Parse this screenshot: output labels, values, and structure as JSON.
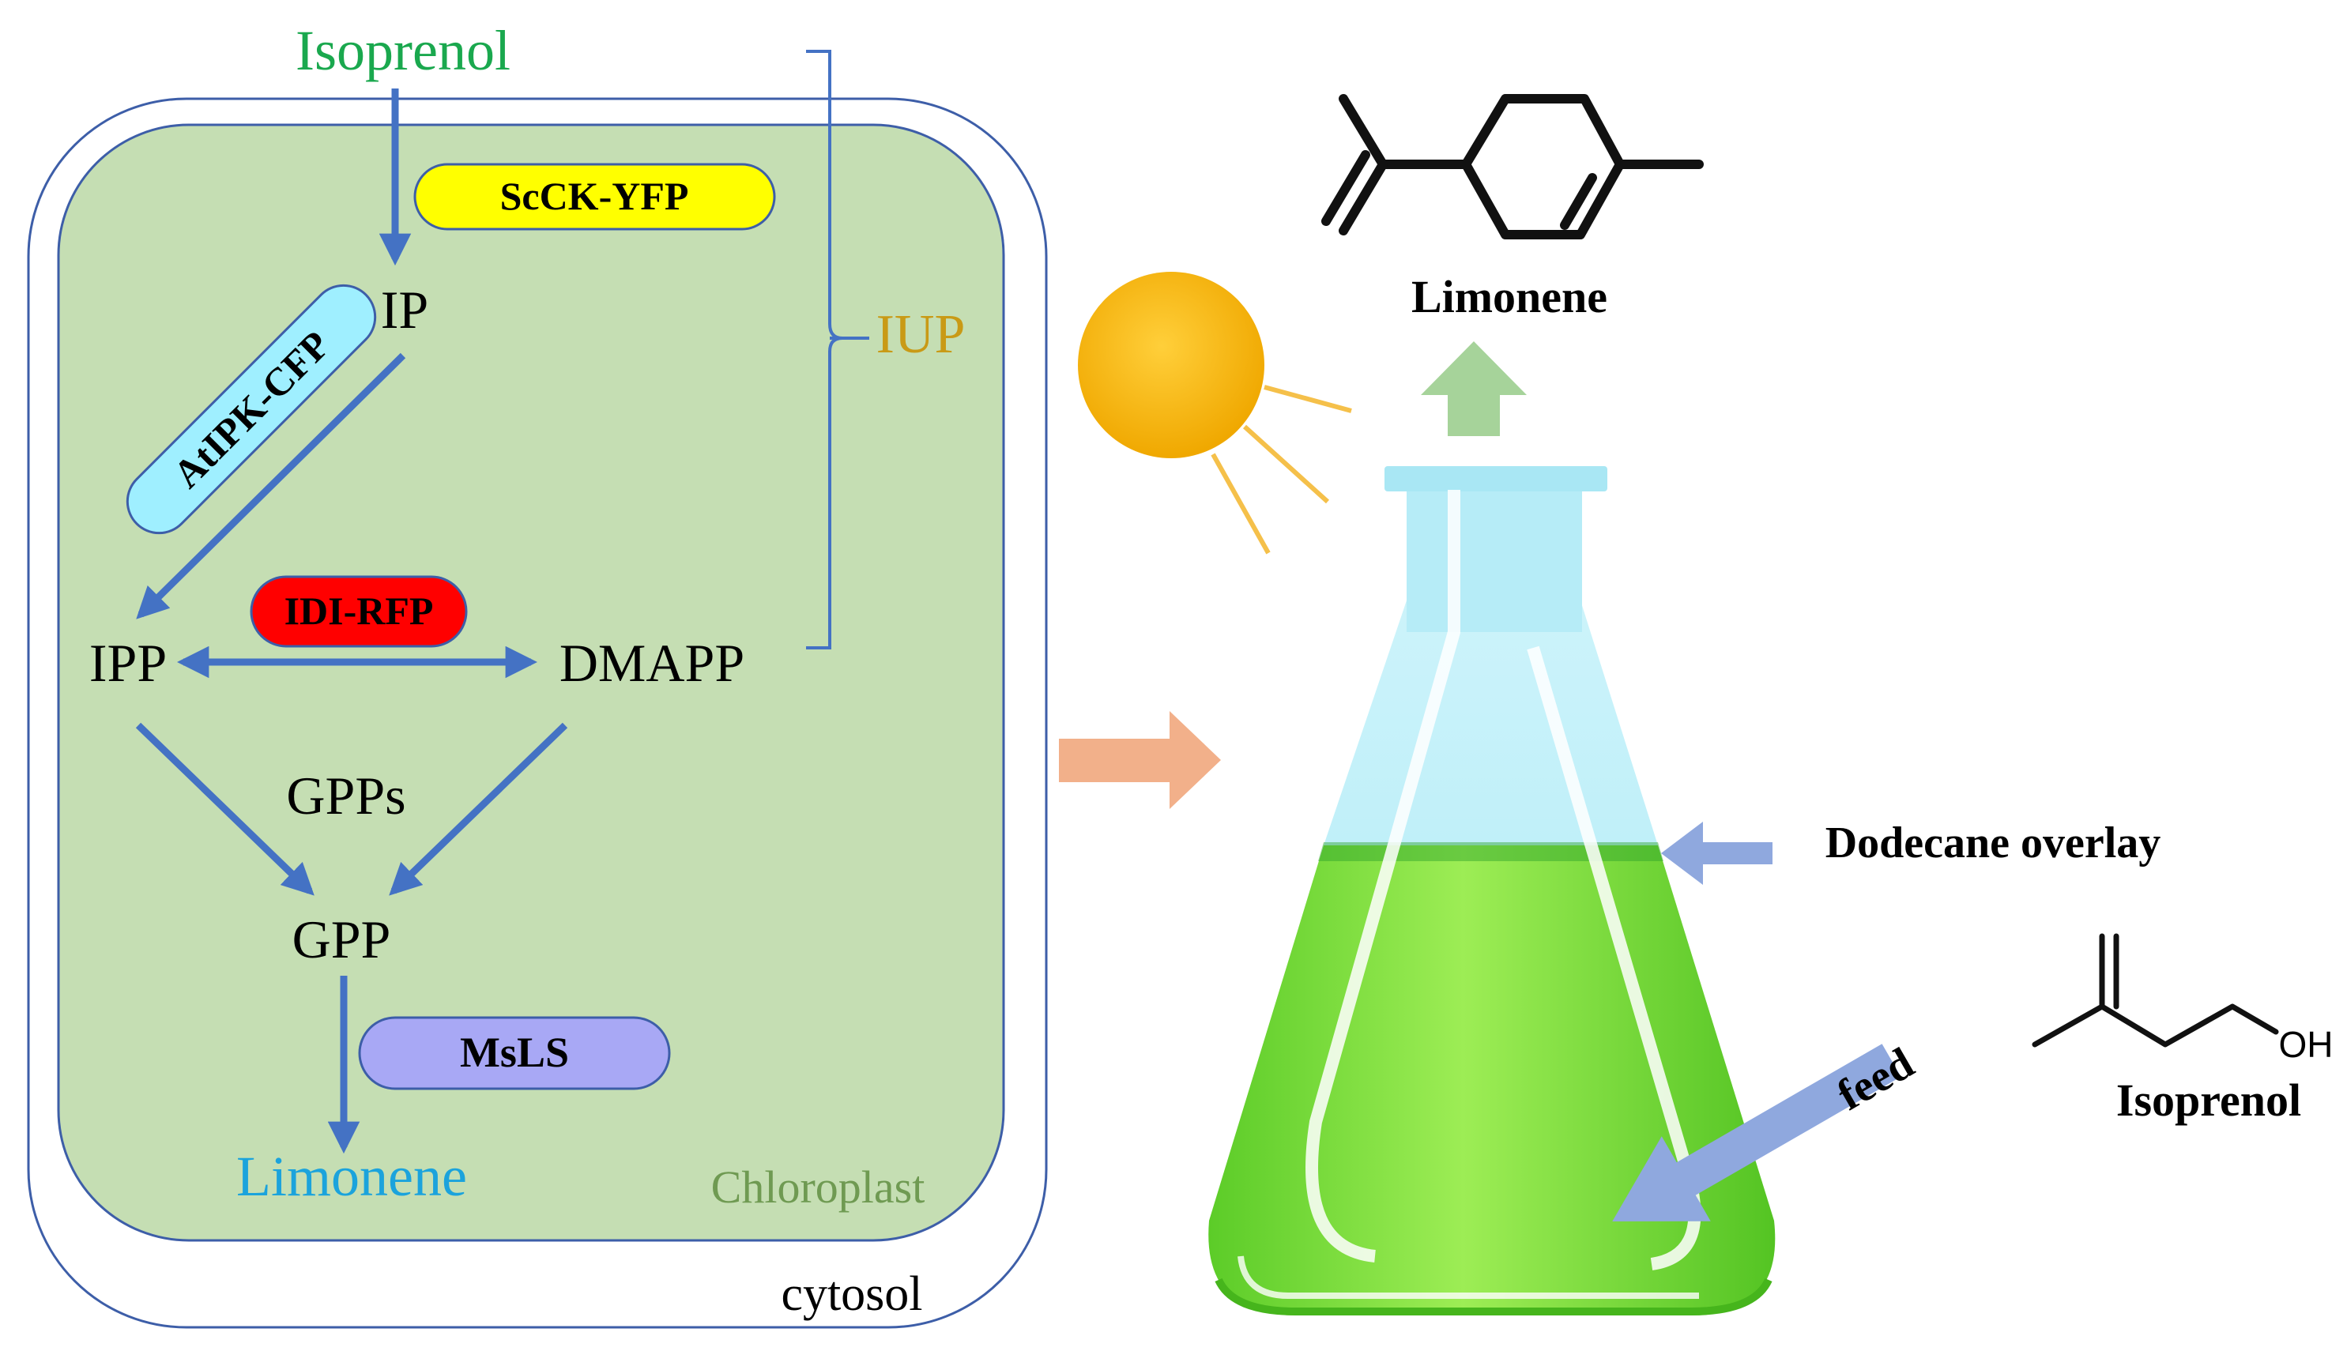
{
  "pathway": {
    "substrate": "Isoprenol",
    "ip": "IP",
    "ipp": "IPP",
    "dmapp": "DMAPP",
    "gpps": "GPPs",
    "gpp": "GPP",
    "product": "Limonene",
    "iup_label": "IUP",
    "compartment_chloroplast": "Chloroplast",
    "compartment_cytosol": "cytosol"
  },
  "enzymes": {
    "sccK": "ScCK-YFP",
    "atipk": "AtIPK-CFP",
    "idi": "IDI-RFP",
    "msls": "MsLS"
  },
  "flask": {
    "limonene_label": "Limonene",
    "overlay_label": "Dodecane overlay",
    "feed_label": "feed",
    "isoprenol_label": "Isoprenol",
    "oh_label": "OH"
  },
  "colors": {
    "pathway_arrow": "#4472c4",
    "isoprenol_text": "#1aa84e",
    "limonene_text": "#1ba3dc",
    "iup_text": "#c99a16",
    "chloroplast_text": "#6f9a52",
    "chloroplast_fill": "#c5deb3",
    "scck_fill": "#ffff00",
    "atipk_fill": "#9fefff",
    "idi_fill": "#ff0000",
    "msls_fill": "#a8a8f5",
    "sun": "#f5b514",
    "culture": "#8ee648",
    "orange_arrow": "#f2b08a",
    "green_arrow": "#a6d39a",
    "blue_arrow": "#8fa8de"
  }
}
